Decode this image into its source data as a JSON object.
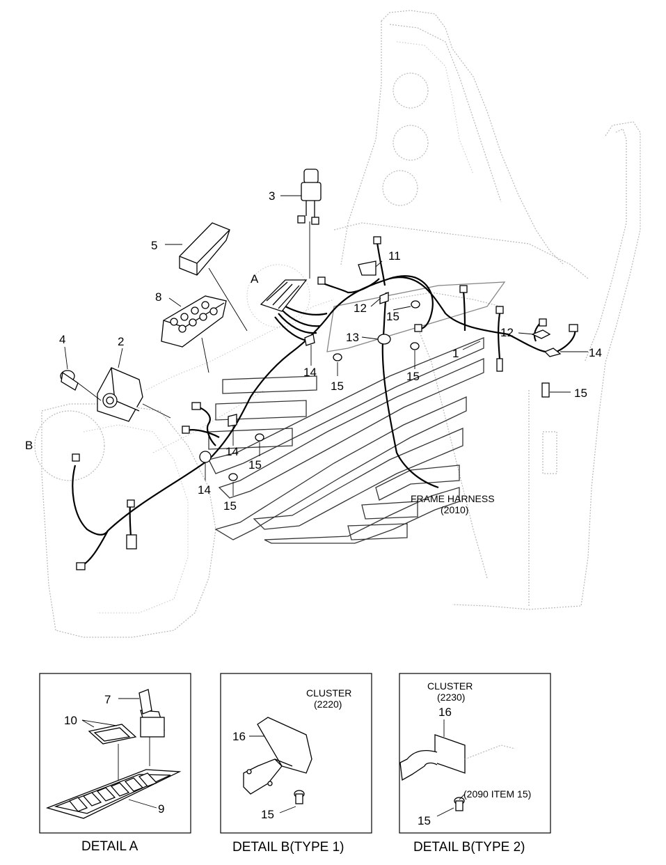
{
  "labels": {
    "p1": "1",
    "p2": "2",
    "p3": "3",
    "p4": "4",
    "p5": "5",
    "p8": "8",
    "p11": "11",
    "p12a": "12",
    "p12b": "12",
    "p13": "13",
    "p14a": "14",
    "p14b": "14",
    "p14c": "14",
    "p14d": "14",
    "p15a": "15",
    "p15b": "15",
    "p15c": "15",
    "p15d": "15",
    "p15e": "15",
    "p15f": "15",
    "detailA": "A",
    "detailB": "B"
  },
  "frame_harness": {
    "line1": "FRAME HARNESS",
    "line2": "(2010)"
  },
  "detail_a": {
    "caption": "DETAIL  A",
    "labels": {
      "p7": "7",
      "p10": "10",
      "p9": "9"
    }
  },
  "detail_b1": {
    "caption": "DETAIL  B(TYPE 1)",
    "cluster_line1": "CLUSTER",
    "cluster_line2": "(2220)",
    "labels": {
      "p16": "16",
      "p15": "15"
    }
  },
  "detail_b2": {
    "caption": "DETAIL  B(TYPE 2)",
    "cluster_line1": "CLUSTER",
    "cluster_line2": "(2230)",
    "ref_note": "(2090 ITEM 15)",
    "labels": {
      "p16": "16",
      "p15": "15"
    }
  }
}
